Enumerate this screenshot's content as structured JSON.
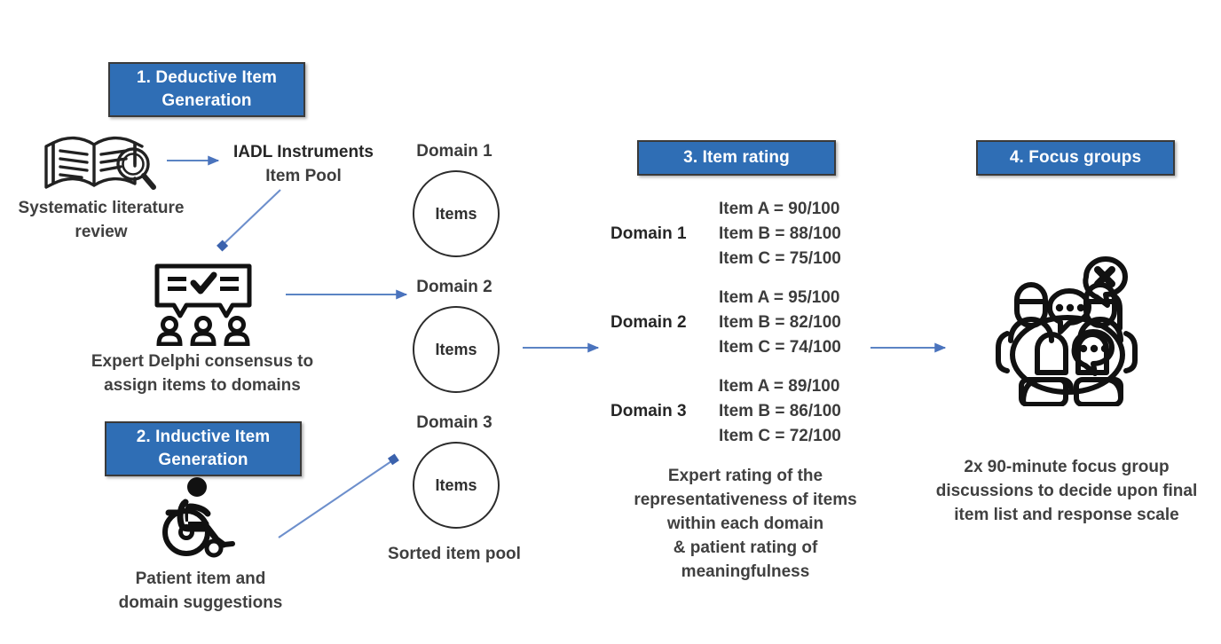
{
  "diagram": {
    "title": "IADL instrument development workflow",
    "accent_color": "#2f6eb5",
    "arrow_color": "#5b84c4",
    "line_color": "#2c2c2c"
  },
  "stages": [
    {
      "id": 1,
      "line1": "1. Deductive Item",
      "line2": "Generation"
    },
    {
      "id": 2,
      "line1": "2. Inductive Item",
      "line2": "Generation"
    },
    {
      "id": 3,
      "line1": "3. Item rating",
      "line2": ""
    },
    {
      "id": 4,
      "line1": "4. Focus groups",
      "line2": ""
    }
  ],
  "left_column": {
    "literature": {
      "icon": "book-magnifier-icon",
      "caption_line1": "Systematic literature",
      "caption_line2": "review"
    },
    "item_pool": {
      "line1": "IADL Instruments",
      "line2": "Item Pool"
    },
    "delphi": {
      "icon": "speech-check-people-icon",
      "caption_line1": "Expert Delphi consensus to",
      "caption_line2": "assign items to domains"
    },
    "patient": {
      "icon": "wheelchair-person-icon",
      "caption_line1": "Patient item and",
      "caption_line2": "domain suggestions"
    }
  },
  "domains": {
    "items_label": "Items",
    "list": [
      {
        "title": "Domain 1"
      },
      {
        "title": "Domain 2"
      },
      {
        "title": "Domain 3"
      }
    ],
    "footer": "Sorted item pool"
  },
  "ratings": {
    "groups": [
      {
        "domain": "Domain 1",
        "lines": [
          "Item A = 90/100",
          "Item B = 88/100",
          "Item C = 75/100"
        ]
      },
      {
        "domain": "Domain 2",
        "lines": [
          "Item A = 95/100",
          "Item B = 82/100",
          "Item C = 74/100"
        ]
      },
      {
        "domain": "Domain 3",
        "lines": [
          "Item A = 89/100",
          "Item B = 86/100",
          "Item C = 72/100"
        ]
      }
    ],
    "caption_lines": [
      "Expert rating of the",
      "representativeness of items",
      "within each domain",
      "& patient rating of",
      "meaningfulness"
    ]
  },
  "focus_groups": {
    "icon": "focus-group-meeting-icon",
    "caption_lines": [
      "2x 90-minute focus group",
      "discussions to decide upon final",
      "item list and response scale"
    ]
  }
}
